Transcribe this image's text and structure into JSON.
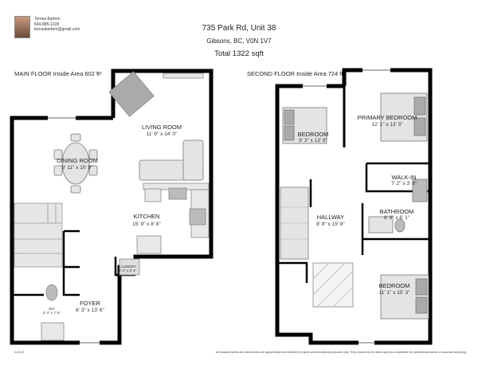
{
  "agent": {
    "name": "Teresa Bartrim",
    "phone": "604-885-1228",
    "email": "teresabartrim@gmail.com"
  },
  "property": {
    "address": "735 Park Rd, Unit 38",
    "city": "Gibsons, BC, V0N 1V7",
    "total": "Total 1322 sqft"
  },
  "main_floor": {
    "title": "MAIN FLOOR Inside Area 602 ft²",
    "rooms": [
      {
        "name": "LIVING ROOM",
        "dims": "11' 9\" x 14' 0\""
      },
      {
        "name": "DINING ROOM",
        "dims": "9' 11\" x 10' 9\""
      },
      {
        "name": "KITCHEN",
        "dims": "15' 9\" x 8' 8\""
      },
      {
        "name": "LAUNDRY",
        "dims": "3' 3\" x 3' 4\""
      },
      {
        "name": "FOYER",
        "dims": "6' 3\" x 13' 6\""
      },
      {
        "name": "WC",
        "dims": "3' 3\" x 7' 6\""
      }
    ]
  },
  "second_floor": {
    "title": "SECOND FLOOR Inside Area 724 ft²",
    "rooms": [
      {
        "name": "BEDROOM",
        "dims": "9' 3\" x 13' 8\""
      },
      {
        "name": "PRIMARY BEDROOM",
        "dims": "12' 1\" x 13' 5\""
      },
      {
        "name": "WALK-IN",
        "dims": "7' 2\" x 3' 8\""
      },
      {
        "name": "HALLWAY",
        "dims": "8' 8\" x 15' 8\""
      },
      {
        "name": "BATHROOM",
        "dims": "8' 9\" x 6' 1\""
      },
      {
        "name": "BEDROOM",
        "dims": "11' 1\" x 15' 3\""
      }
    ]
  },
  "footer": {
    "date": "0.24.24",
    "disclaimer": "All measurements and dimensions are approximate and intended for general informational purposes only. They should not be relied upon as a substitute for professional advice or accurate surveying"
  }
}
